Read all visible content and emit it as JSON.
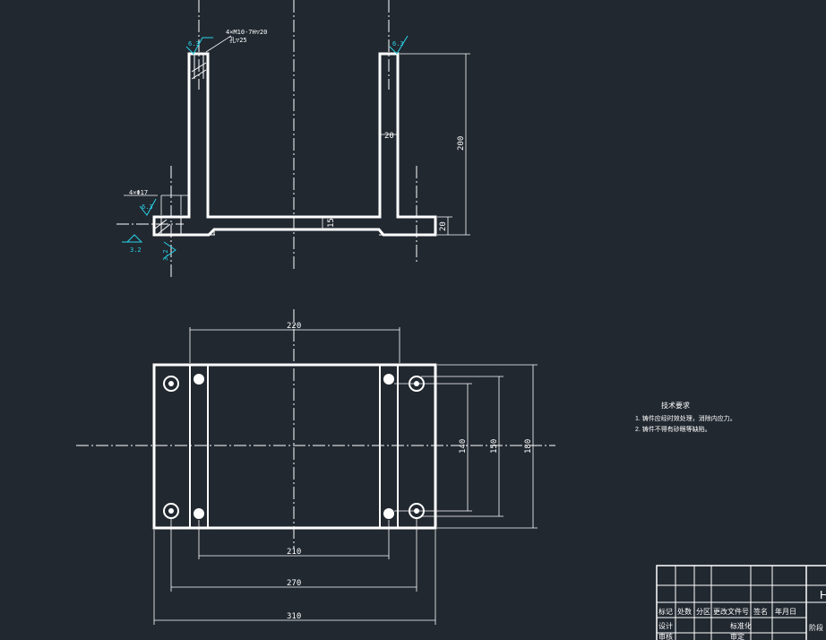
{
  "colors": {
    "background": "#212830",
    "lines": "#ffffff",
    "symbols": "#29d3e8"
  },
  "front_view": {
    "thread_callout": "4×M10-7H▽20",
    "hole_depth": "孔▽25",
    "roughness_top_left": "6.3",
    "roughness_top_right": "6.3",
    "hole_callout": "4×Φ17",
    "roughness_hole": "6.3",
    "roughness_bottom": "3.2",
    "roughness_center": "3.2",
    "dim_upright_width": "20",
    "dim_height": "200",
    "dim_base_thickness": "20",
    "dim_slot": "15"
  },
  "top_view": {
    "dim_220": "220",
    "dim_210": "210",
    "dim_270": "270",
    "dim_310": "310",
    "dim_140": "140",
    "dim_150": "150",
    "dim_180": "180"
  },
  "tech_requirements": {
    "title": "技术要求",
    "items": [
      "1. 铸件应经时效处理，消除内应力。",
      "2. 铸件不得有砂眼等缺陷。"
    ]
  },
  "title_block": {
    "row1": [
      "标记",
      "处数",
      "分区",
      "更改文件号",
      "签名",
      "年月日"
    ],
    "row2": [
      "设计",
      "",
      "",
      "标准化",
      "",
      ""
    ],
    "row3": [
      "审核",
      "",
      "",
      "审定",
      "",
      ""
    ],
    "right_label": "阶段",
    "edge_char": "H"
  }
}
